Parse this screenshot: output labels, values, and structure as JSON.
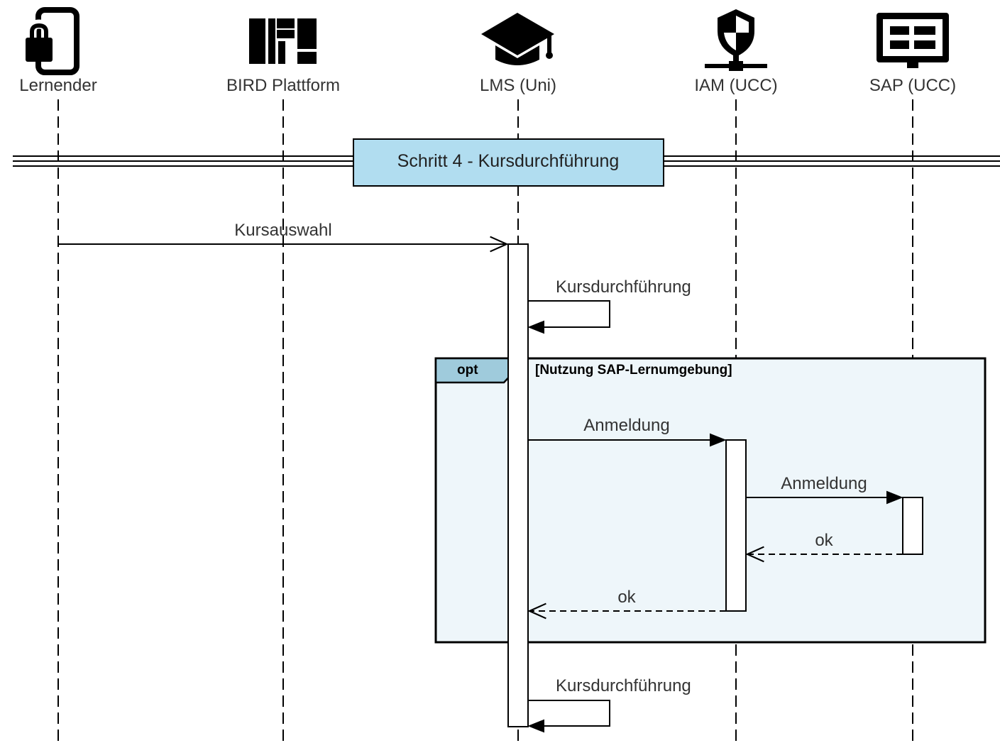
{
  "participants": [
    {
      "label": "Lernender",
      "icon": "mobile-lock-icon"
    },
    {
      "label": "BIRD Plattform",
      "icon": "building-blocks-icon"
    },
    {
      "label": "LMS (Uni)",
      "icon": "graduation-cap-icon"
    },
    {
      "label": "IAM (UCC)",
      "icon": "shield-network-icon"
    },
    {
      "label": "SAP (UCC)",
      "icon": "monitor-dashboard-icon"
    }
  ],
  "step_band": {
    "label": "Schritt 4 - Kursdurchführung",
    "color": "#b1ddf0"
  },
  "fragment": {
    "operator": "opt",
    "guard": "[Nutzung SAP-Lernumgebung]",
    "fill": "#eef6fa",
    "header_fill": "#9fcbdc"
  },
  "messages": [
    {
      "label": "Kursauswahl",
      "from": "Lernender",
      "to": "LMS (Uni)",
      "style": "sync-open"
    },
    {
      "label": "Kursdurchführung",
      "from": "LMS (Uni)",
      "to": "LMS (Uni)",
      "style": "self"
    },
    {
      "label": "Anmeldung",
      "from": "LMS (Uni)",
      "to": "IAM (UCC)",
      "style": "sync-filled"
    },
    {
      "label": "Anmeldung",
      "from": "IAM (UCC)",
      "to": "SAP (UCC)",
      "style": "sync-filled"
    },
    {
      "label": "ok",
      "from": "SAP (UCC)",
      "to": "IAM (UCC)",
      "style": "return"
    },
    {
      "label": "ok",
      "from": "IAM (UCC)",
      "to": "LMS (Uni)",
      "style": "return"
    },
    {
      "label": "Kursdurchführung",
      "from": "LMS (Uni)",
      "to": "LMS (Uni)",
      "style": "self"
    }
  ]
}
